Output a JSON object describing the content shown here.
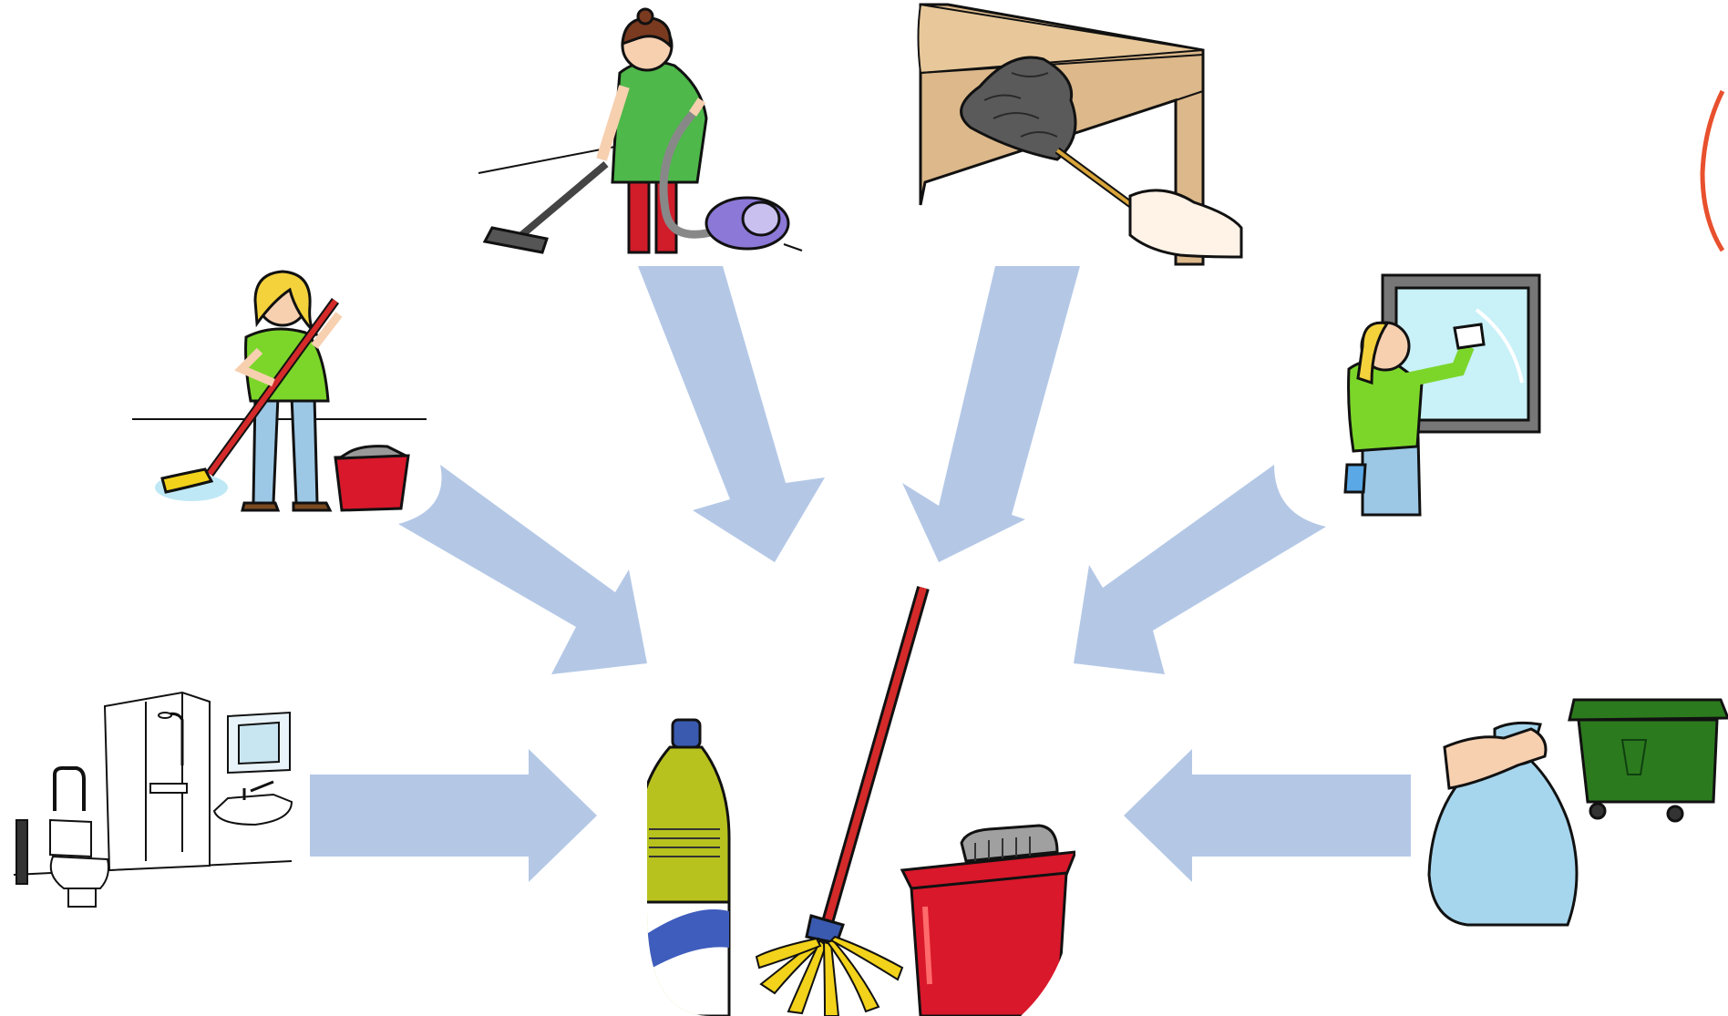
{
  "diagram": {
    "center": {
      "items": [
        {
          "name": "cleaning-bottle",
          "icon": "detergent-bottle-icon"
        },
        {
          "name": "mop",
          "icon": "mop-icon"
        },
        {
          "name": "mop-bucket",
          "icon": "mop-bucket-icon"
        }
      ]
    },
    "tasks": [
      {
        "name": "mop-floor",
        "icon": "woman-mopping-icon"
      },
      {
        "name": "vacuum",
        "icon": "woman-vacuuming-icon"
      },
      {
        "name": "dust-furniture",
        "icon": "feather-duster-icon"
      },
      {
        "name": "clean-window",
        "icon": "window-cleaning-icon"
      },
      {
        "name": "clean-bathroom",
        "icon": "bathroom-icon"
      },
      {
        "name": "take-out-trash",
        "icon": "trash-bag-bin-icon"
      }
    ],
    "colors": {
      "arrow": "#b4c8e6",
      "shirt": "#7cd62a",
      "jeans": "#9cc8e6",
      "bucket": "#d9182b",
      "mop_handle": "#d42a2a",
      "mop_head": "#f2d21a",
      "bottle": "#b8c21e",
      "bin": "#2c7a1e",
      "bag": "#a6d6ee",
      "wood": "#dcb88a",
      "duster": "#5a5a5a"
    }
  }
}
